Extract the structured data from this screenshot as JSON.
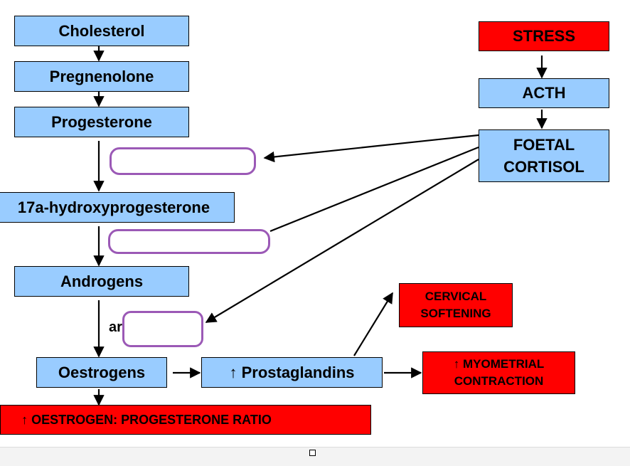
{
  "pathway": {
    "cholesterol": "Cholesterol",
    "pregnenolone": "Pregnenolone",
    "progesterone": "Progesterone",
    "hydroxyprogesterone": "17a-hydroxyprogesterone",
    "androgens": "Androgens",
    "partial_label": "ar",
    "oestrogens": "Oestrogens",
    "ratio": "↑ OESTROGEN: PROGESTERONE RATIO"
  },
  "stress_axis": {
    "stress": "STRESS",
    "acth": "ACTH",
    "foetal_cortisol_line1": "FOETAL",
    "foetal_cortisol_line2": "CORTISOL"
  },
  "effects": {
    "prostaglandins": "↑ Prostaglandins",
    "cervical_line1": "CERVICAL",
    "cervical_line2": "SOFTENING",
    "myometrial_line1": "↑ MYOMETRIAL",
    "myometrial_line2": "CONTRACTION"
  },
  "colors": {
    "node_blue": "#99ccff",
    "node_red": "#ff0000",
    "oval_purple": "#9b59b6"
  }
}
